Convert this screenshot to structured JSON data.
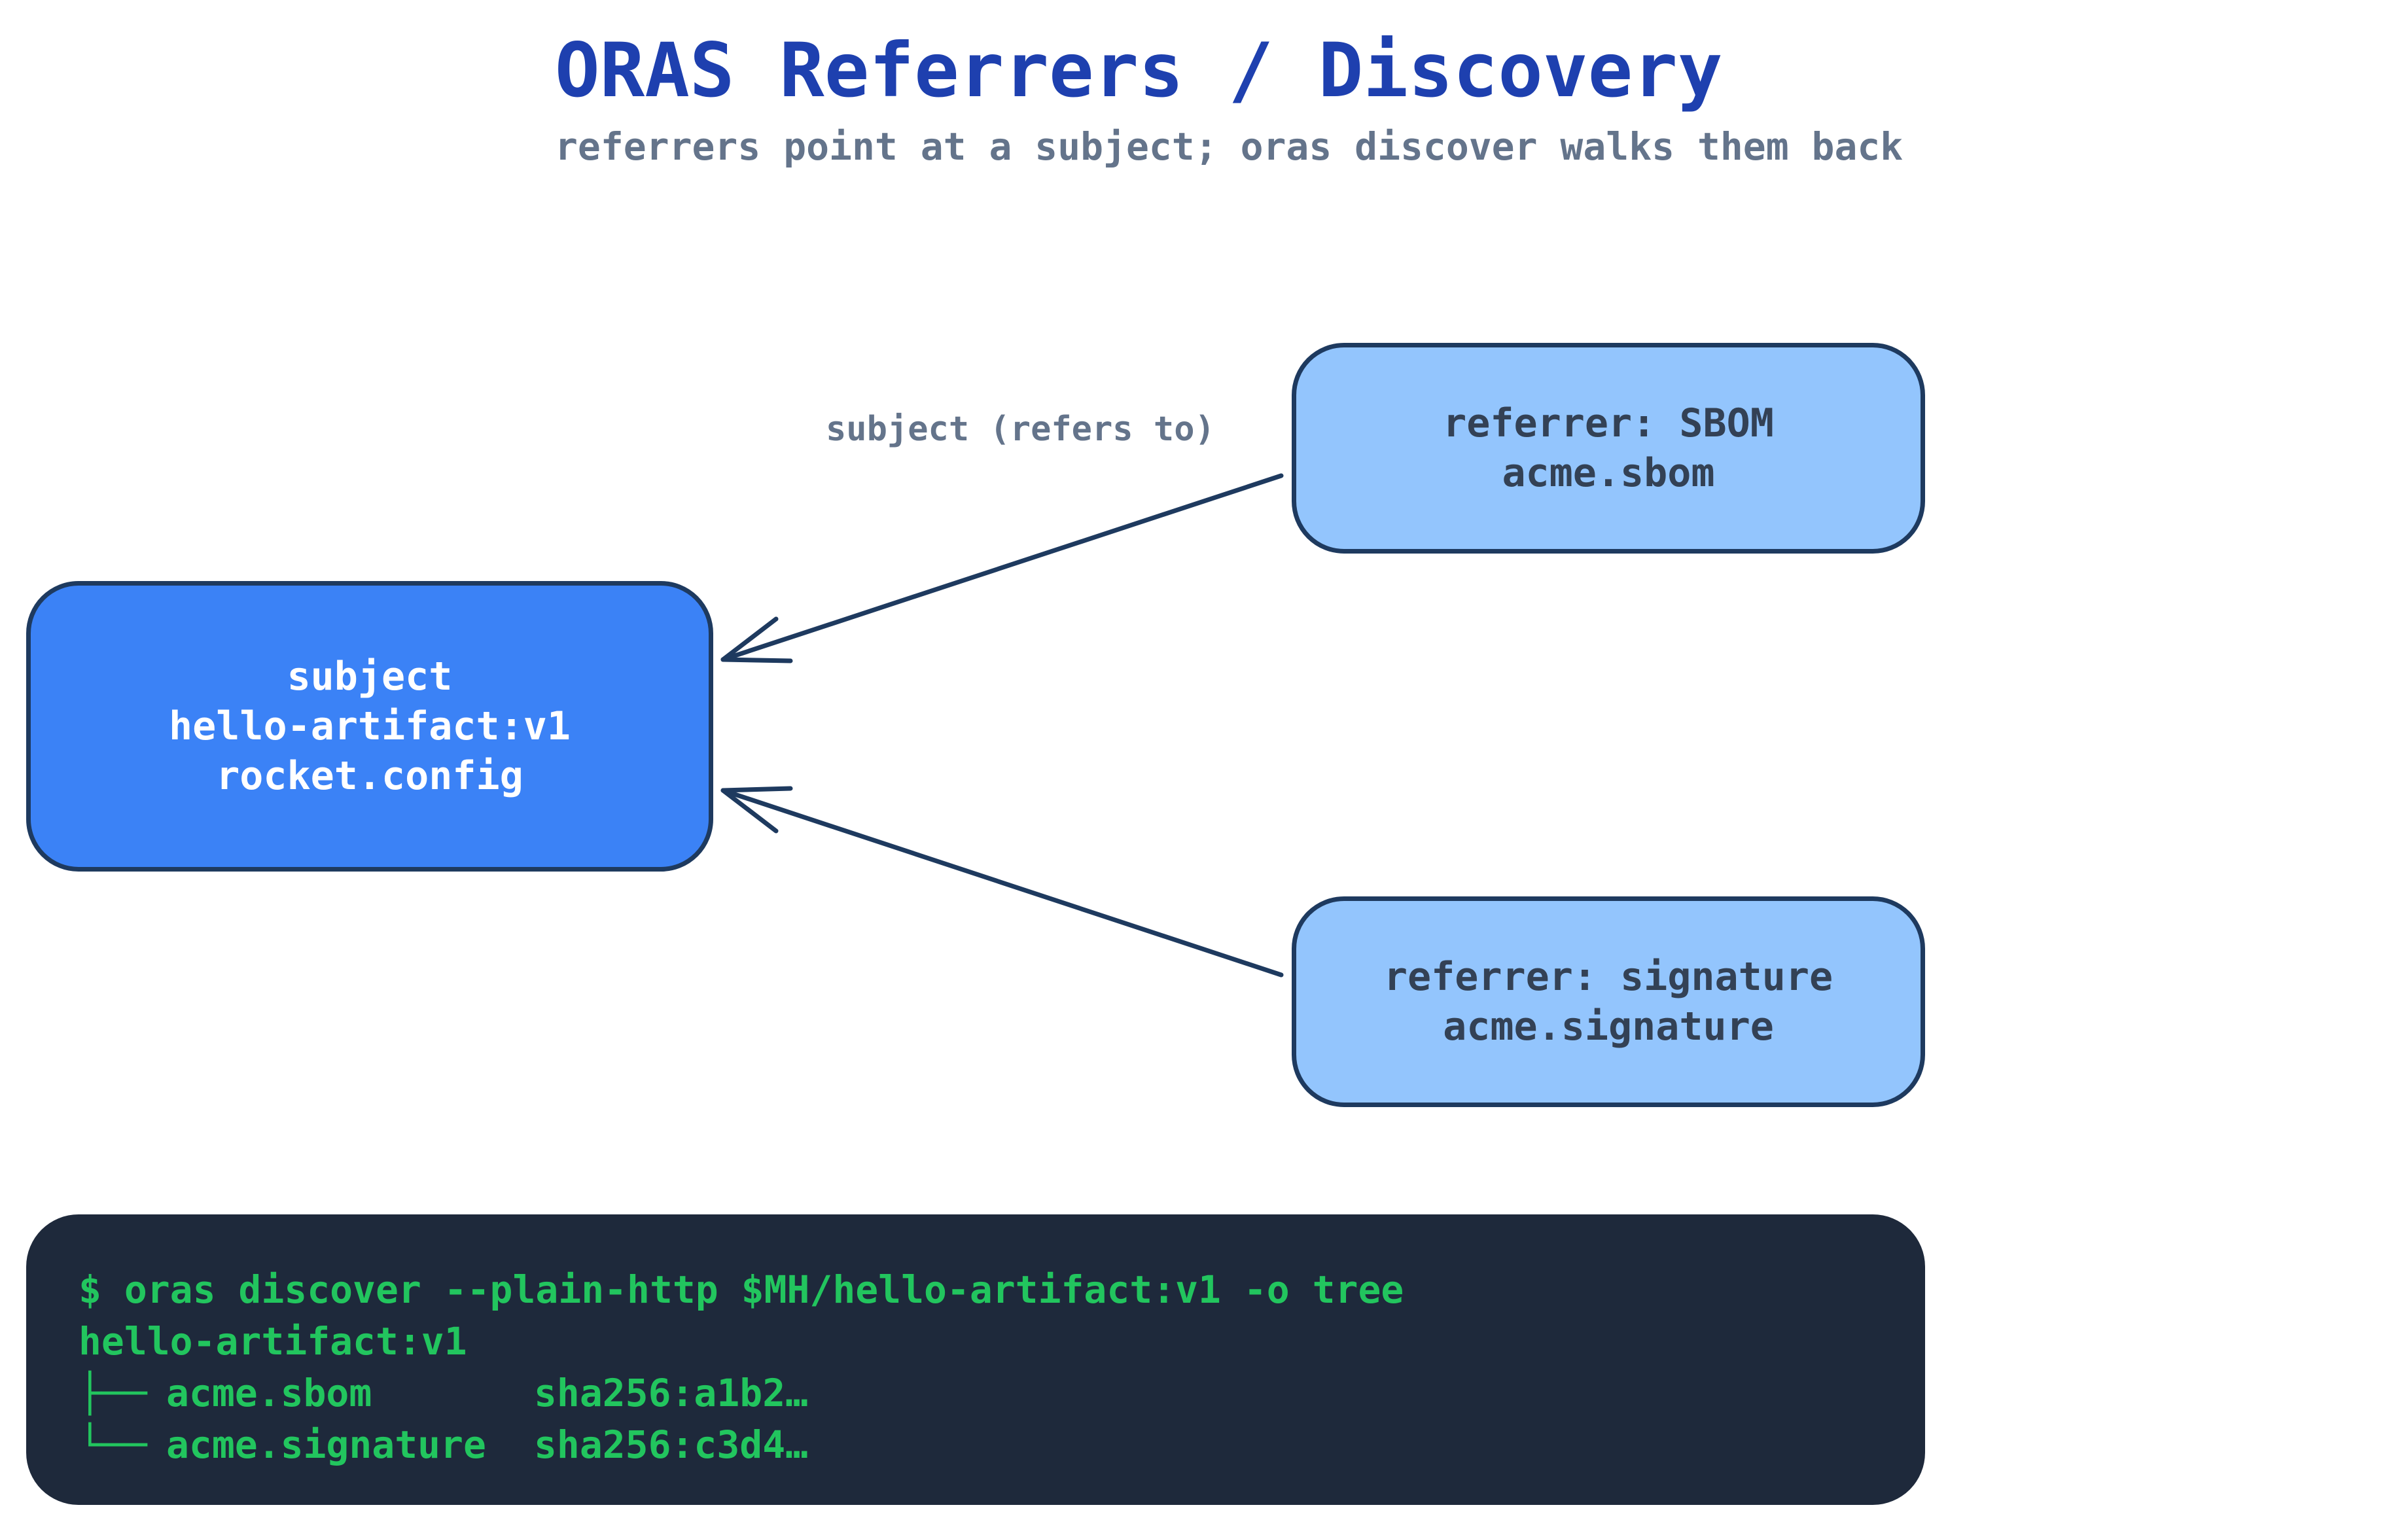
{
  "title": "ORAS Referrers / Discovery",
  "subtitle": "referrers point at a subject; oras discover walks them back",
  "edge_label": "subject (refers to)",
  "colors": {
    "subject_fill": "#3b82f6",
    "referrer_fill": "#93c5fd",
    "stroke": "#1e3a5f",
    "terminal_bg": "#1e293b",
    "terminal_text": "#22c55e",
    "title": "#1e40af",
    "muted": "#64748b"
  },
  "subject": {
    "lines": [
      "subject",
      "hello-artifact:v1",
      "rocket.config"
    ]
  },
  "referrers": [
    {
      "lines": [
        "referrer: SBOM",
        "acme.sbom"
      ]
    },
    {
      "lines": [
        "referrer: signature",
        "acme.signature"
      ]
    }
  ],
  "terminal": {
    "command": "$ oras discover --plain-http $MH/hello-artifact:v1 -o tree",
    "root": "hello-artifact:v1",
    "entries": [
      {
        "branch": "├──",
        "name": "acme.sbom",
        "digest": "sha256:a1b2…"
      },
      {
        "branch": "└──",
        "name": "acme.signature",
        "digest": "sha256:c3d4…"
      }
    ]
  }
}
